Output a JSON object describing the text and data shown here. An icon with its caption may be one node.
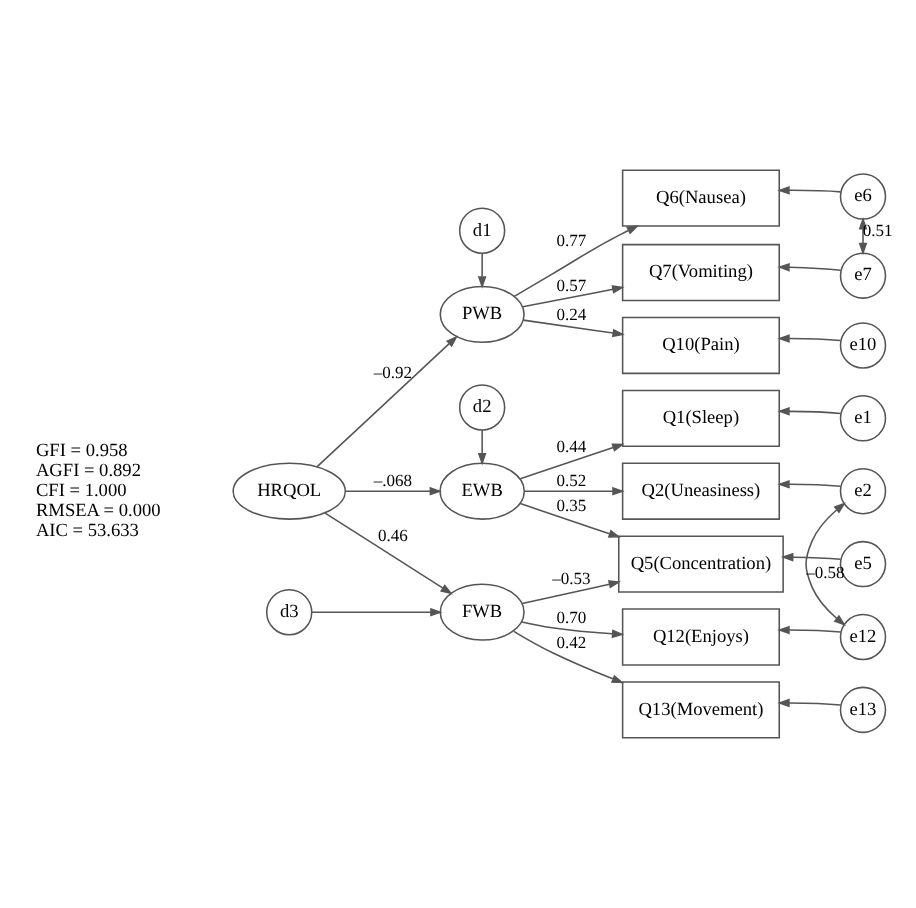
{
  "diagram": {
    "nodes": [
      {
        "text": [
          "HRQOL"
        ]
      },
      {
        "text": [
          "PWB"
        ]
      },
      {
        "text": [
          "EWB"
        ]
      },
      {
        "text": [
          "FWB"
        ]
      },
      {
        "text": [
          "d1"
        ]
      },
      {
        "text": [
          "d2"
        ]
      },
      {
        "text": [
          "d3"
        ]
      },
      {
        "text": [
          "Q6(Nausea)"
        ]
      },
      {
        "text": [
          "Q7(Vomiting)"
        ]
      },
      {
        "text": [
          "Q10(Pain)"
        ]
      },
      {
        "text": [
          "Q1(Sleep)"
        ]
      },
      {
        "text": [
          "Q2(Uneasiness)"
        ]
      },
      {
        "text": [
          "Q5(Concentration)"
        ]
      },
      {
        "text": [
          "Q12(Enjoys)"
        ]
      },
      {
        "text": [
          "Q13(Movement)"
        ]
      },
      {
        "text": [
          "e6"
        ]
      },
      {
        "text": [
          "e7"
        ]
      },
      {
        "text": [
          "e10"
        ]
      },
      {
        "text": [
          "e1"
        ]
      },
      {
        "text": [
          "e2"
        ]
      },
      {
        "text": [
          "e5"
        ]
      },
      {
        "text": [
          "e12"
        ]
      },
      {
        "text": [
          "e13"
        ]
      }
    ],
    "edges": [
      {
        "from": 0,
        "to": 1,
        "arrow": "to",
        "label": "–0.92"
      },
      {
        "from": 0,
        "to": 2,
        "arrow": "to",
        "label": "–.068"
      },
      {
        "from": 0,
        "to": 3,
        "arrow": "to",
        "label": "0.46"
      },
      {
        "from": 4,
        "to": 1,
        "arrow": "to"
      },
      {
        "from": 5,
        "to": 2,
        "arrow": "to"
      },
      {
        "from": 6,
        "to": 3,
        "arrow": "to"
      },
      {
        "from": 1,
        "to": 7,
        "arrow": "to",
        "label": "0.77"
      },
      {
        "from": 1,
        "to": 8,
        "arrow": "to",
        "label": "0.57"
      },
      {
        "from": 1,
        "to": 9,
        "arrow": "to",
        "label": "0.24"
      },
      {
        "from": 2,
        "to": 10,
        "arrow": "to",
        "label": "0.44"
      },
      {
        "from": 2,
        "to": 11,
        "arrow": "to",
        "label": "0.52"
      },
      {
        "from": 2,
        "to": 12,
        "arrow": "to",
        "label": "0.35"
      },
      {
        "from": 3,
        "to": 12,
        "arrow": "to",
        "label": "–0.53"
      },
      {
        "from": 3,
        "to": 13,
        "arrow": "to",
        "label": "0.70"
      },
      {
        "from": 3,
        "to": 14,
        "arrow": "to",
        "label": "0.42"
      },
      {
        "from": 15,
        "to": 7,
        "arrow": "to"
      },
      {
        "from": 16,
        "to": 8,
        "arrow": "to"
      },
      {
        "from": 17,
        "to": 9,
        "arrow": "to"
      },
      {
        "from": 18,
        "to": 10,
        "arrow": "to"
      },
      {
        "from": 19,
        "to": 11,
        "arrow": "to"
      },
      {
        "from": 20,
        "to": 12,
        "arrow": "to"
      },
      {
        "from": 21,
        "to": 13,
        "arrow": "to"
      },
      {
        "from": 22,
        "to": 14,
        "arrow": "to"
      },
      {
        "from": 15,
        "to": 16,
        "arrow": "both",
        "label": "0.51"
      },
      {
        "from": 19,
        "to": 21,
        "arrow": "both",
        "label": "–0.58"
      }
    ],
    "labels": [
      "GFI = 0.958",
      "AGFI = 0.892",
      "CFI = 1.000",
      "RMSEA = 0.000",
      "AIC = 53.633"
    ]
  }
}
